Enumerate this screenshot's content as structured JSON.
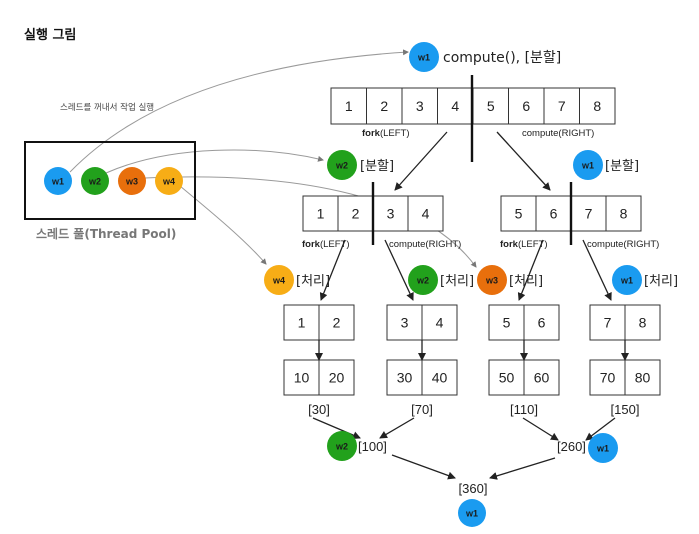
{
  "title": "실행 그림",
  "caption": "스레드를 꺼내서 작업 실행",
  "thread_pool": {
    "label": "스레드 풀(Thread Pool)",
    "workers": [
      {
        "id": "w1",
        "color": "#1a9bf0"
      },
      {
        "id": "w2",
        "color": "#22a11c"
      },
      {
        "id": "w3",
        "color": "#e86f0c"
      },
      {
        "id": "w4",
        "color": "#f7ad16"
      }
    ]
  },
  "colors": {
    "w1": "#1a9bf0",
    "w2": "#22a11c",
    "w3": "#e86f0c",
    "w4": "#f7ad16",
    "line": "#222222",
    "curve": "#9a9a9a"
  },
  "labels": {
    "fork": "fork",
    "left": "(LEFT)",
    "compute_right": "compute(RIGHT)",
    "split": "[분할]",
    "process": "[처리]",
    "root_task": "compute(), [분할]"
  },
  "root": {
    "worker": "w1",
    "values": [
      "1",
      "2",
      "3",
      "4",
      "5",
      "6",
      "7",
      "8"
    ]
  },
  "level1": [
    {
      "worker": "w2",
      "values": [
        "1",
        "2",
        "3",
        "4"
      ]
    },
    {
      "worker": "w1",
      "values": [
        "5",
        "6",
        "7",
        "8"
      ]
    }
  ],
  "leaves": [
    {
      "worker": "w4",
      "values": [
        "1",
        "2"
      ],
      "doubled": [
        "10",
        "20"
      ],
      "sum": "[30]"
    },
    {
      "worker": "w2",
      "values": [
        "3",
        "4"
      ],
      "doubled": [
        "30",
        "40"
      ],
      "sum": "[70]"
    },
    {
      "worker": "w3",
      "values": [
        "5",
        "6"
      ],
      "doubled": [
        "50",
        "60"
      ],
      "sum": "[110]"
    },
    {
      "worker": "w1",
      "values": [
        "7",
        "8"
      ],
      "doubled": [
        "70",
        "80"
      ],
      "sum": "[150]"
    }
  ],
  "merge": [
    {
      "worker": "w2",
      "sum": "[100]"
    },
    {
      "worker": "w1",
      "sum": "[260]"
    }
  ],
  "final": {
    "worker": "w1",
    "sum": "[360]"
  }
}
